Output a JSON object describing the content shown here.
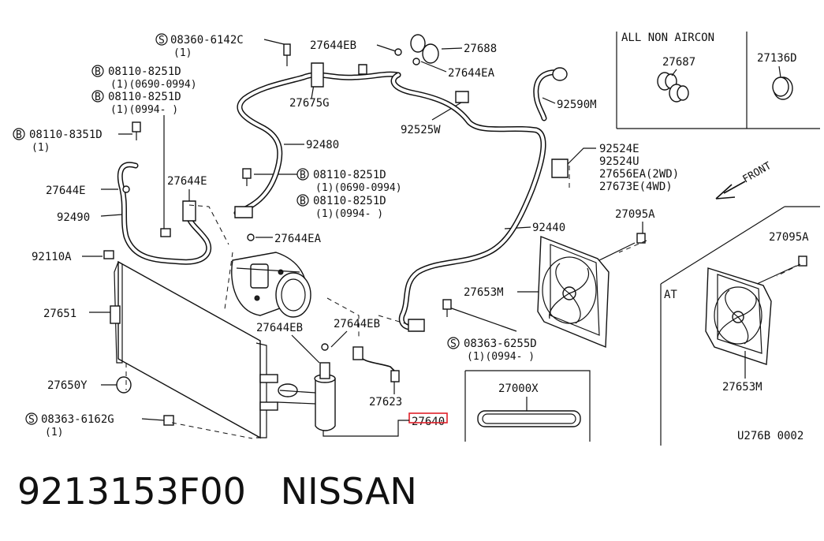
{
  "footer": {
    "part_number": "9213153F00",
    "brand": "NISSAN"
  },
  "labels": {
    "l08360": "08360-6142C",
    "l08360q": "(1)",
    "l27644EB_top": "27644EB",
    "l27688": "27688",
    "l27644EA_top": "27644EA",
    "l27675G": "27675G",
    "l92590M": "92590M",
    "l92525W": "92525W",
    "l08110a": "08110-8251D",
    "l08110a_q": "(1)(0690-0994)",
    "l08110b": "08110-8251D",
    "l08110b_q": "(1)(0994-     )",
    "l08110_8351": "08110-8351D",
    "l08110_8351q": "(1)",
    "l92480": "92480",
    "l08110c": "08110-8251D",
    "l08110c_q": "(1)(0690-0994)",
    "l08110d": "08110-8251D",
    "l08110d_q": "(1)(0994-     )",
    "l27644E_left": "27644E",
    "l27644E_mid": "27644E",
    "l92490": "92490",
    "l27644EA_mid": "27644EA",
    "l92524E": "92524E",
    "l92524U": "92524U",
    "l27656EA": "27656EA(2WD)",
    "l27673E": "27673E(4WD)",
    "front": "FRONT",
    "l92110A": "92110A",
    "l92440": "92440",
    "l27095A_mid": "27095A",
    "l27651": "27651",
    "l27653M_mid": "27653M",
    "l27644EB_a": "27644EB",
    "l27644EB_b": "27644EB",
    "l08363_6255": "08363-6255D",
    "l08363_6255q": "(1)(0994-     )",
    "l27650Y": "27650Y",
    "l27623": "27623",
    "l27640": "27640",
    "l08363_6162": "08363-6162G",
    "l08363_6162q": "(1)",
    "l27000X": "27000X",
    "all_non_aircon": "ALL NON AIRCON",
    "l27687": "27687",
    "l27136D": "27136D",
    "at": "AT",
    "l27095A_right": "27095A",
    "l27653M_right": "27653M",
    "code": "U276B 0002"
  },
  "colors": {
    "highlight": "#e0202a"
  }
}
